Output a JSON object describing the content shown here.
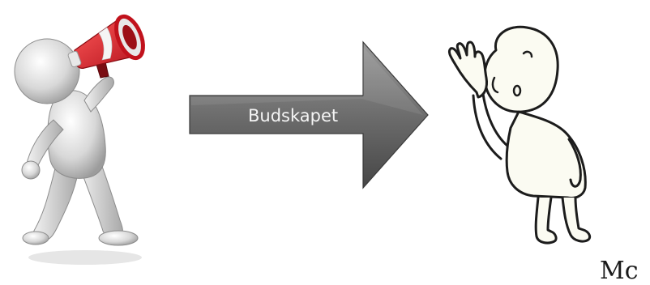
{
  "diagram": {
    "sender": {
      "label": "",
      "icon": "megaphone-shouting-figure"
    },
    "message_arrow": {
      "label": "Budskapet",
      "direction": "right"
    },
    "receiver": {
      "label": "",
      "icon": "listening-cartoon-figure"
    },
    "signature": "Mc"
  },
  "colors": {
    "background": "#ffffff",
    "arrow_fill_top": "#8a8a8a",
    "arrow_fill_bottom": "#4e4e4e",
    "megaphone_red": "#d4202a",
    "figure_gray": "#d9d9d9"
  }
}
